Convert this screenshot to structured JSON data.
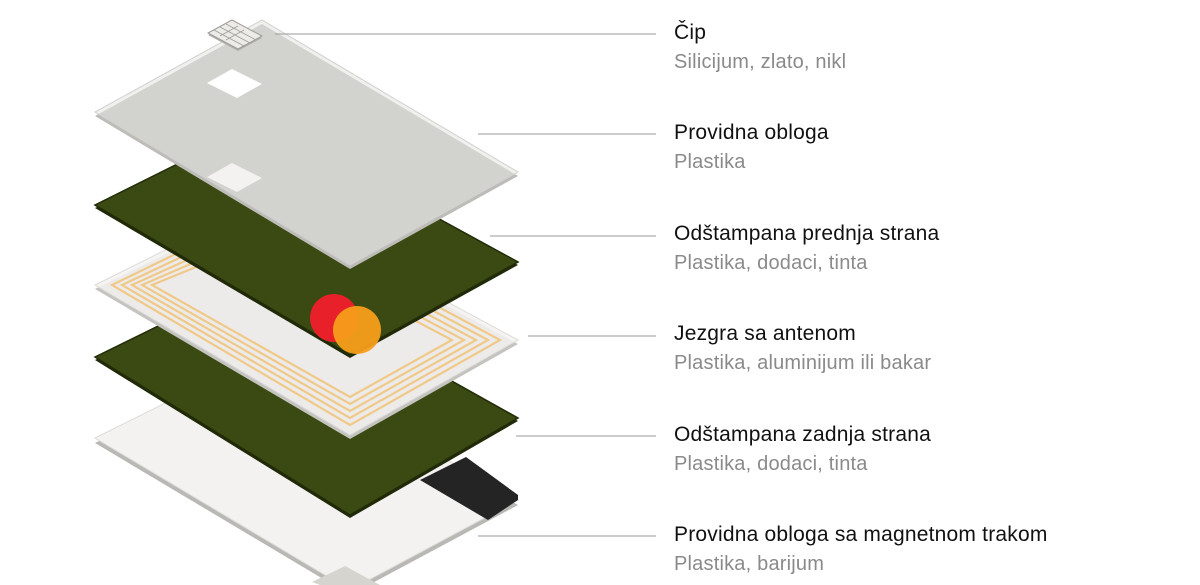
{
  "layers": [
    {
      "title": "Čip",
      "subtitle": "Silicijum, zlato, nikl"
    },
    {
      "title": "Providna obloga",
      "subtitle": "Plastika"
    },
    {
      "title": "Odštampana prednja strana",
      "subtitle": "Plastika, dodaci, tinta"
    },
    {
      "title": "Jezgra sa antenom",
      "subtitle": "Plastika, aluminijum ili bakar"
    },
    {
      "title": "Odštampana zadnja strana",
      "subtitle": "Plastika, dodaci, tinta"
    },
    {
      "title": "Providna obloga sa magnetnom trakom",
      "subtitle": "Plastika, barijum"
    }
  ],
  "colors": {
    "card_green": "#3a4a12",
    "overlay_clear": "#e4e3e0",
    "core_white": "#f3f2f0",
    "antenna": "#f0c989",
    "logo_red": "#e8202a",
    "logo_orange": "#f79e1b",
    "magstripe": "#242424"
  }
}
